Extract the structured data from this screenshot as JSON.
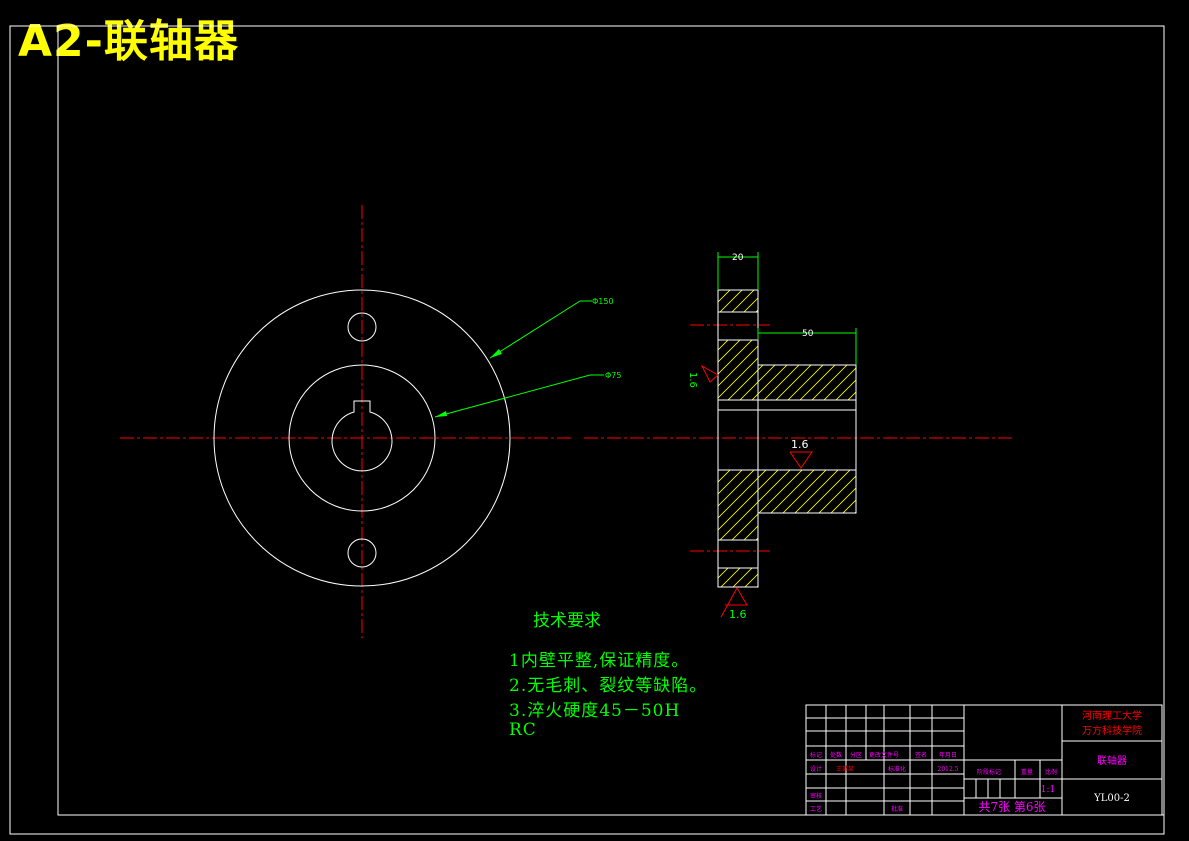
{
  "title": "A2-联轴器",
  "dimensions": {
    "d150": "Φ150",
    "d75": "Φ75",
    "w20": "20",
    "w50": "50",
    "rough_left": "1.6",
    "rough_mid": "1.6",
    "rough_bottom": "1.6"
  },
  "tech_requirements": {
    "heading": "技术要求",
    "line1": "1内壁平整,保证精度。",
    "line2": "2.无毛刺、裂纹等缺陷。",
    "line3": "3.淬火硬度45－50H",
    "line4": "RC"
  },
  "title_block": {
    "school_line1": "河南理工大学",
    "school_line2": "万方科技学院",
    "part_name": "联轴器",
    "drawing_no": "YL00-2",
    "scale": "1:1",
    "sheet_info": "共7张 第6张",
    "label_stage": "阶段标记",
    "label_weight": "重量",
    "label_scale": "比例",
    "label_mark": "标记",
    "label_count": "处数",
    "label_zone": "分区",
    "label_doc": "更改文件号",
    "label_sign": "签名",
    "label_date": "年月日",
    "label_design": "设计",
    "designer": "王某某",
    "label_std": "标准化",
    "date": "2012.5",
    "label_review": "审核",
    "label_process": "工艺",
    "label_approve": "批准"
  },
  "colors": {
    "background": "#000000",
    "outline": "#ffffff",
    "centerline": "#ff0000",
    "dimension": "#00ff00",
    "hatch": "#ffff00",
    "title": "#ffff00",
    "magenta": "#ff00ff",
    "blue": "#0000ff"
  }
}
